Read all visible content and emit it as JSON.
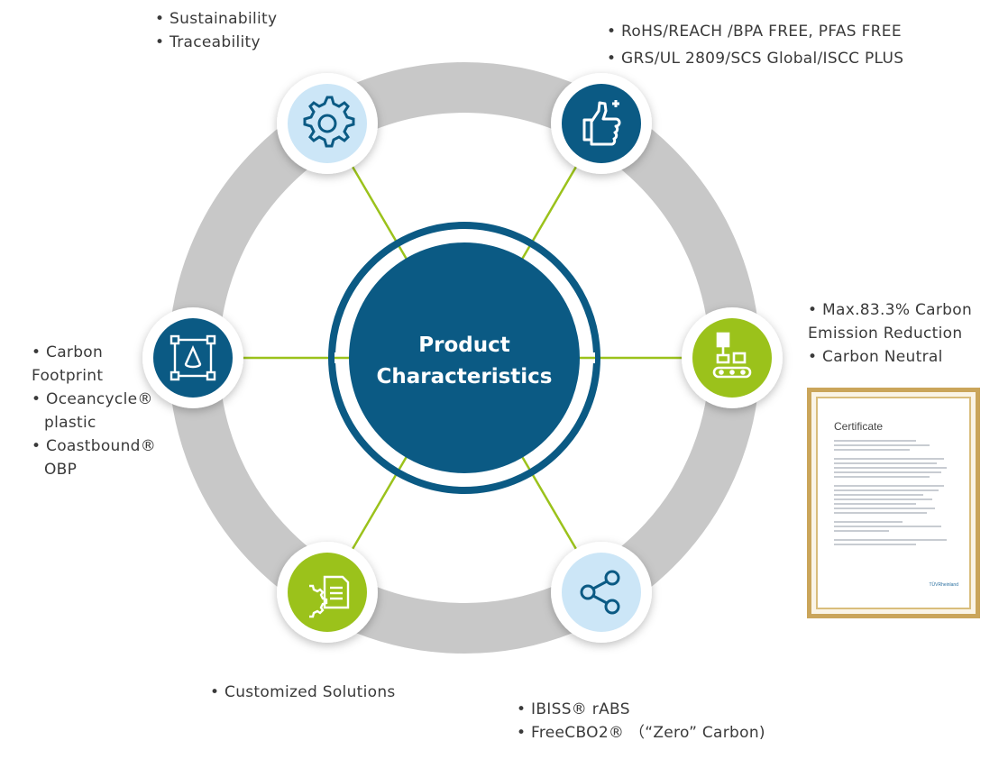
{
  "center": {
    "line1": "Product",
    "line2": "Characteristics"
  },
  "colors": {
    "navy": "#0b5a84",
    "lime": "#9bc21b",
    "light_blue": "#cce6f7",
    "ring": "#c8c8c8",
    "spoke": "#9bc21b"
  },
  "nodes": [
    {
      "id": "top-left",
      "icon": "gear-icon",
      "style": "light_blue"
    },
    {
      "id": "top-right",
      "icon": "thumbs-up-icon",
      "style": "navy"
    },
    {
      "id": "right",
      "icon": "factory-conveyor-icon",
      "style": "lime"
    },
    {
      "id": "bottom-right",
      "icon": "share-icon",
      "style": "light_blue"
    },
    {
      "id": "bottom-left",
      "icon": "document-gear-icon",
      "style": "lime"
    },
    {
      "id": "left",
      "icon": "bounding-box-icon",
      "style": "navy"
    }
  ],
  "labels": {
    "top_left": [
      "• Sustainability",
      "• Traceability"
    ],
    "top_right": [
      "• RoHS/REACH /BPA FREE, PFAS FREE",
      "• GRS/UL 2809/SCS Global/ISCC PLUS"
    ],
    "right": [
      "• Max.83.3% Carbon",
      "Emission Reduction",
      "• Carbon Neutral"
    ],
    "left": [
      "• Carbon",
      "Footprint",
      "• Oceancycle®",
      "plastic",
      "• Coastbound®",
      "OBP"
    ],
    "bottom_left": [
      "• Customized Solutions"
    ],
    "bottom_right": [
      "• IBISS® rABS",
      "• FreeCBO2® （“Zero” Carbon)"
    ]
  },
  "certificate": {
    "title": "Certificate",
    "logo_text": "TÜVRheinland"
  }
}
